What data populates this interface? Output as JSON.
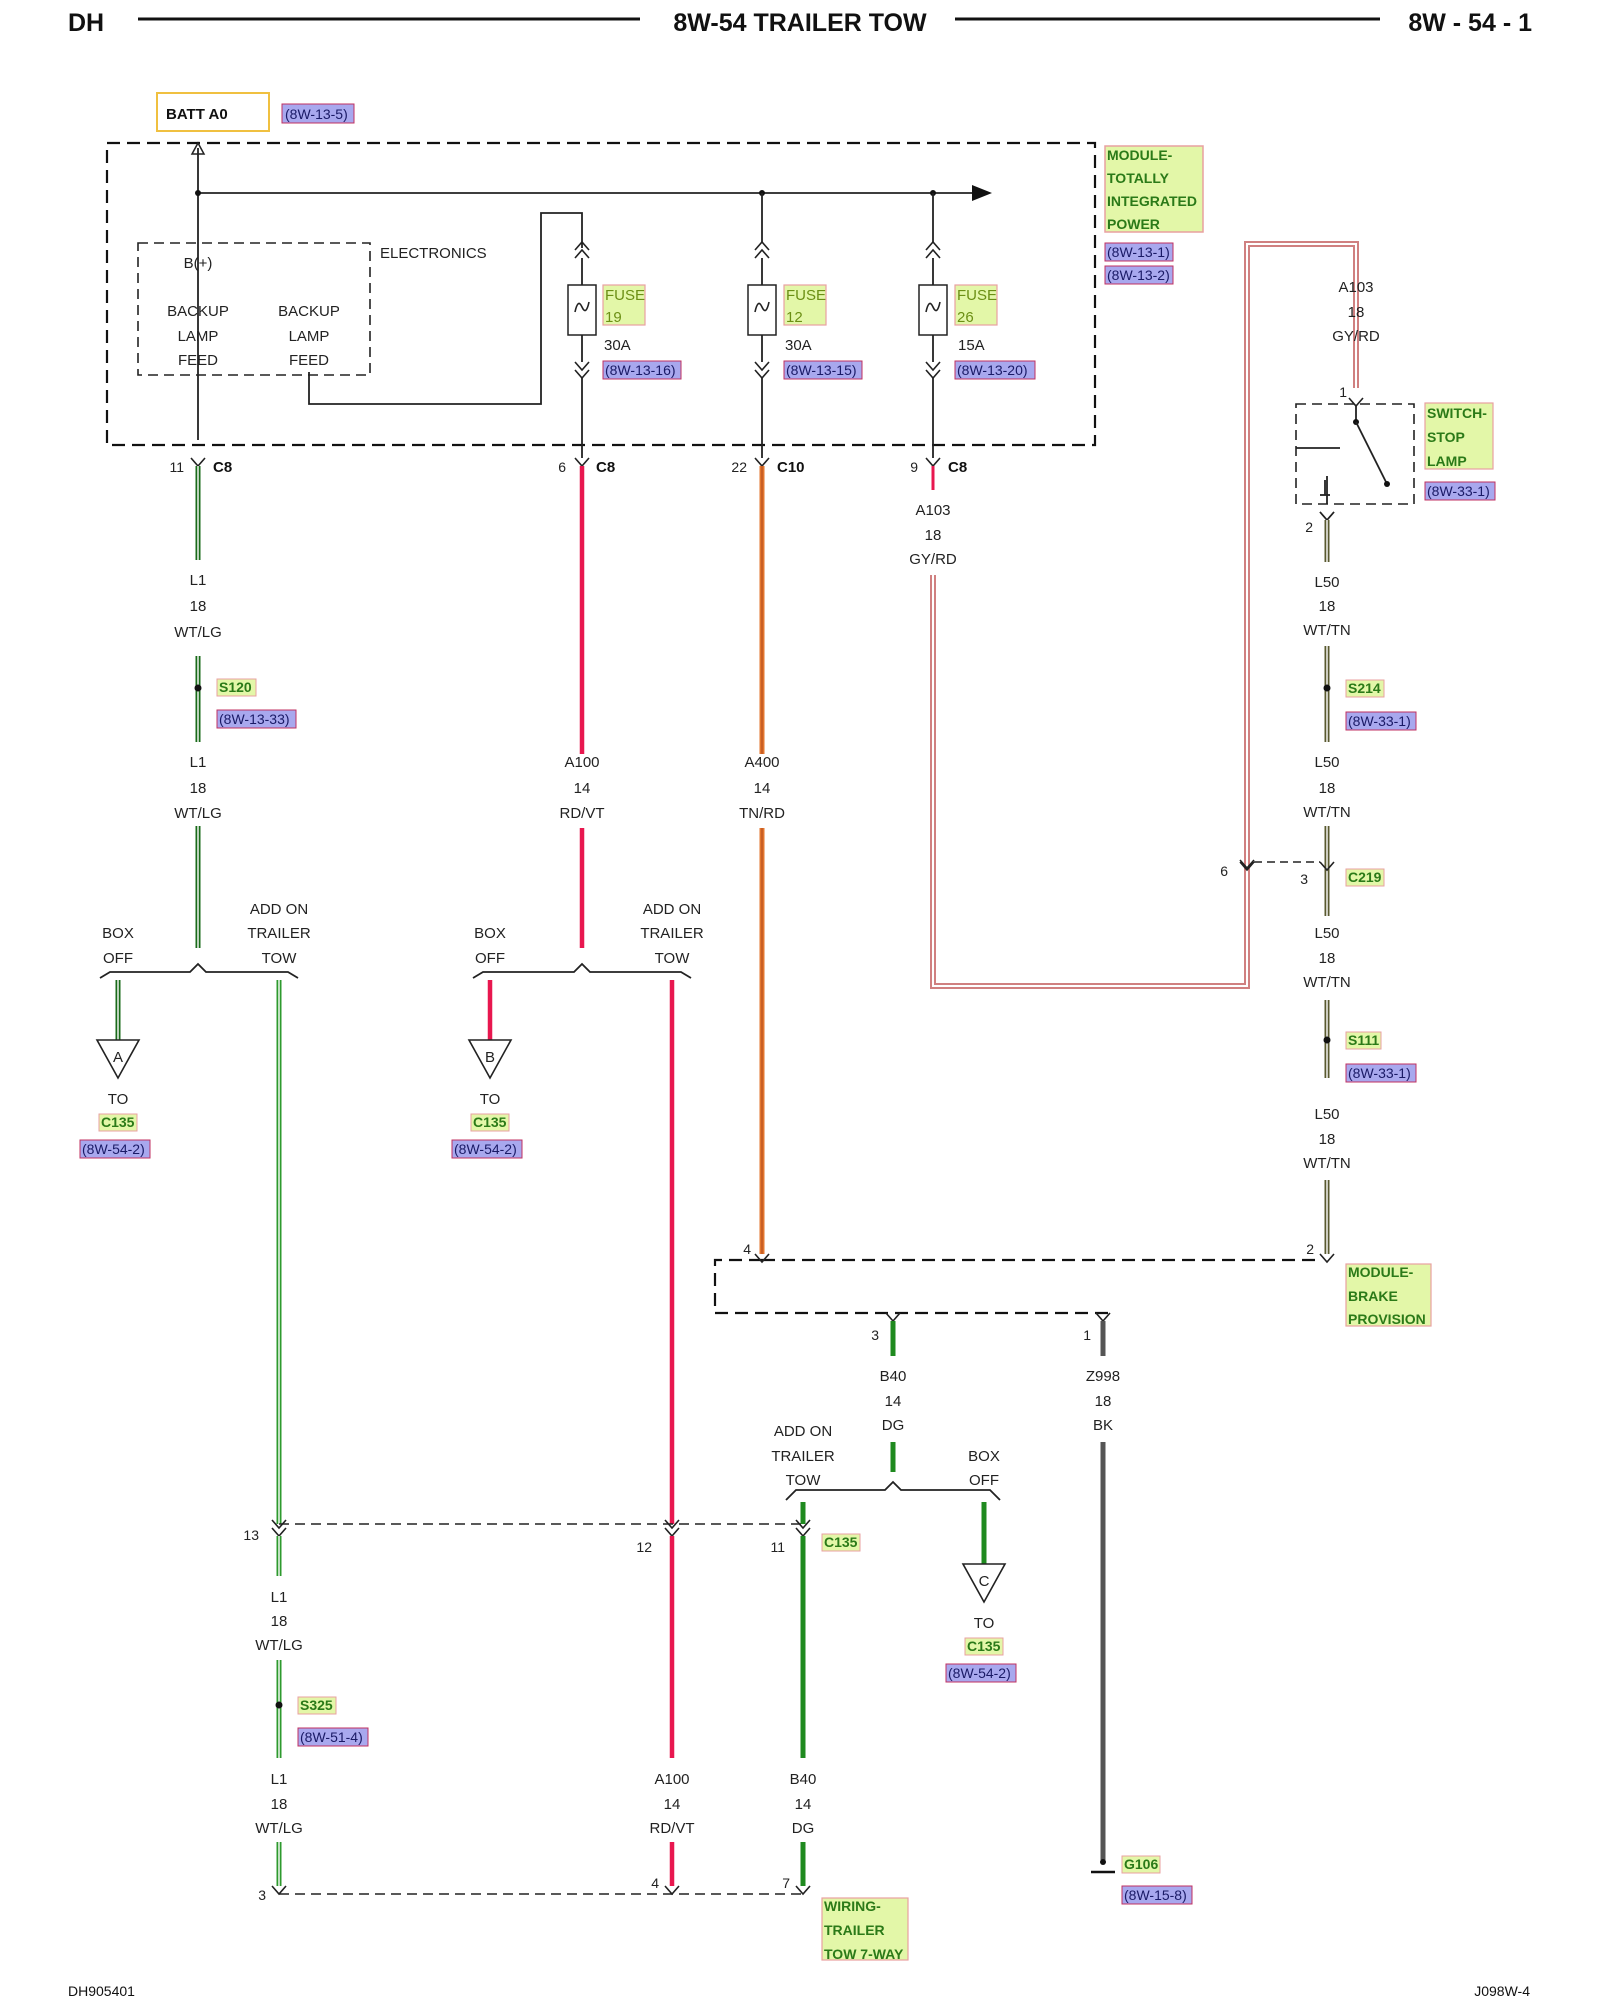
{
  "header": {
    "left": "DH",
    "title": "8W-54 TRAILER TOW",
    "right": "8W - 54 - 1"
  },
  "footer": {
    "left": "DH905401",
    "right": "J098W-4"
  },
  "colors": {
    "wt_lg": "#3fb34a",
    "rd_vt": "#e8174f",
    "tn_rd": "#e3762e",
    "gy_rd": "#e8a1a1",
    "dg": "#1f8a1f",
    "bk": "#555555",
    "label_bg": "#e3f7a8",
    "link_bg": "#a8a8ee"
  },
  "labels": {
    "batt": "BATT A0",
    "batt_ref": "(8W-13-5)",
    "module_tipm": [
      "MODULE-",
      "TOTALLY",
      "INTEGRATED",
      "POWER"
    ],
    "tipm_ref1": "(8W-13-1)",
    "tipm_ref2": "(8W-13-2)",
    "electronics": "ELECTRONICS",
    "bplus": "B(+)",
    "backup1": [
      "BACKUP",
      "LAMP",
      "FEED"
    ],
    "backup2": [
      "BACKUP",
      "LAMP",
      "FEED"
    ],
    "fuse19": [
      "FUSE",
      "19"
    ],
    "fuse12": [
      "FUSE",
      "12"
    ],
    "fuse26": [
      "FUSE",
      "26"
    ],
    "fuse19_amp": "30A",
    "fuse12_amp": "30A",
    "fuse26_amp": "15A",
    "fuse19_ref": "(8W-13-16)",
    "fuse12_ref": "(8W-13-15)",
    "fuse26_ref": "(8W-13-20)",
    "c8": "C8",
    "c10": "C10",
    "pin11": "11",
    "pin6": "6",
    "pin22": "22",
    "pin9": "9",
    "a103_top": [
      "A103",
      "18",
      "GY/RD"
    ],
    "a103_mid": [
      "A103",
      "18",
      "GY/RD"
    ],
    "switch_lbl": [
      "SWITCH-",
      "STOP",
      "LAMP"
    ],
    "switch_ref": "(8W-33-1)",
    "sw_pin1": "1",
    "sw_pin2": "2",
    "l1_a": [
      "L1",
      "18",
      "WT/LG"
    ],
    "s120": "S120",
    "s120_ref": "(8W-13-33)",
    "l1_b": [
      "L1",
      "18",
      "WT/LG"
    ],
    "a100_a": [
      "A100",
      "14",
      "RD/VT"
    ],
    "a400": [
      "A400",
      "14",
      "TN/RD"
    ],
    "l50_a": [
      "L50",
      "18",
      "WT/TN"
    ],
    "s214": "S214",
    "s214_ref": "(8W-33-1)",
    "l50_b": [
      "L50",
      "18",
      "WT/TN"
    ],
    "c219": "C219",
    "c219_pin6": "6",
    "c219_pin3": "3",
    "l50_c": [
      "L50",
      "18",
      "WT/TN"
    ],
    "s111": "S111",
    "s111_ref": "(8W-33-1)",
    "l50_d": [
      "L50",
      "18",
      "WT/TN"
    ],
    "box_off": [
      "BOX",
      "OFF"
    ],
    "add_on": [
      "ADD ON",
      "TRAILER",
      "TOW"
    ],
    "conn_a": "A",
    "conn_b": "B",
    "conn_c": "C",
    "to": "TO",
    "c135": "C135",
    "c135_ref": "(8W-54-2)",
    "brake_lbl": [
      "MODULE-",
      "BRAKE",
      "PROVISION"
    ],
    "brake_pin4": "4",
    "brake_pin2": "2",
    "brake_pin3": "3",
    "brake_pin1": "1",
    "b40_a": [
      "B40",
      "14",
      "DG"
    ],
    "z998": [
      "Z998",
      "18",
      "BK"
    ],
    "c135_pin13": "13",
    "c135_pin12": "12",
    "c135_pin11": "11",
    "l1_c": [
      "L1",
      "18",
      "WT/LG"
    ],
    "s325": "S325",
    "s325_ref": "(8W-51-4)",
    "l1_d": [
      "L1",
      "18",
      "WT/LG"
    ],
    "a100_b": [
      "A100",
      "14",
      "RD/VT"
    ],
    "b40_b": [
      "B40",
      "14",
      "DG"
    ],
    "g106": "G106",
    "g106_ref": "(8W-15-8)",
    "trailer_pin3": "3",
    "trailer_pin4": "4",
    "trailer_pin7": "7",
    "wiring_lbl": [
      "WIRING-",
      "TRAILER",
      "TOW 7-WAY"
    ]
  }
}
